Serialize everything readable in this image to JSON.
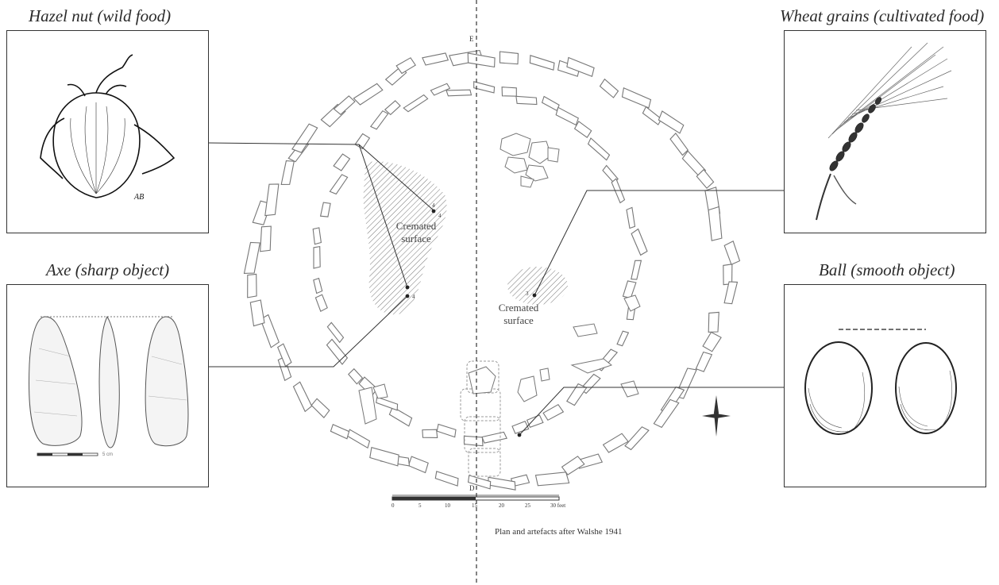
{
  "panels": {
    "hazel": {
      "caption": "Hazel nut (wild food)",
      "monogram": "AB"
    },
    "wheat": {
      "caption": "Wheat grains (cultivated food)"
    },
    "axe": {
      "caption": "Axe (sharp object)",
      "scale_label": "5 cm"
    },
    "ball": {
      "caption": "Ball (smooth object)"
    }
  },
  "plan": {
    "cremated_left": [
      "Cremated",
      "surface"
    ],
    "cremated_right": [
      "Cremated",
      "surface"
    ],
    "scale_ticks": [
      "0",
      "5",
      "10",
      "15",
      "20",
      "25",
      "30 feet"
    ],
    "marker_top": "E",
    "marker_bottom": "D",
    "find_numbers": [
      "4",
      "4",
      "4",
      "3"
    ]
  },
  "credit": "Plan and artefacts after Walshe 1941"
}
